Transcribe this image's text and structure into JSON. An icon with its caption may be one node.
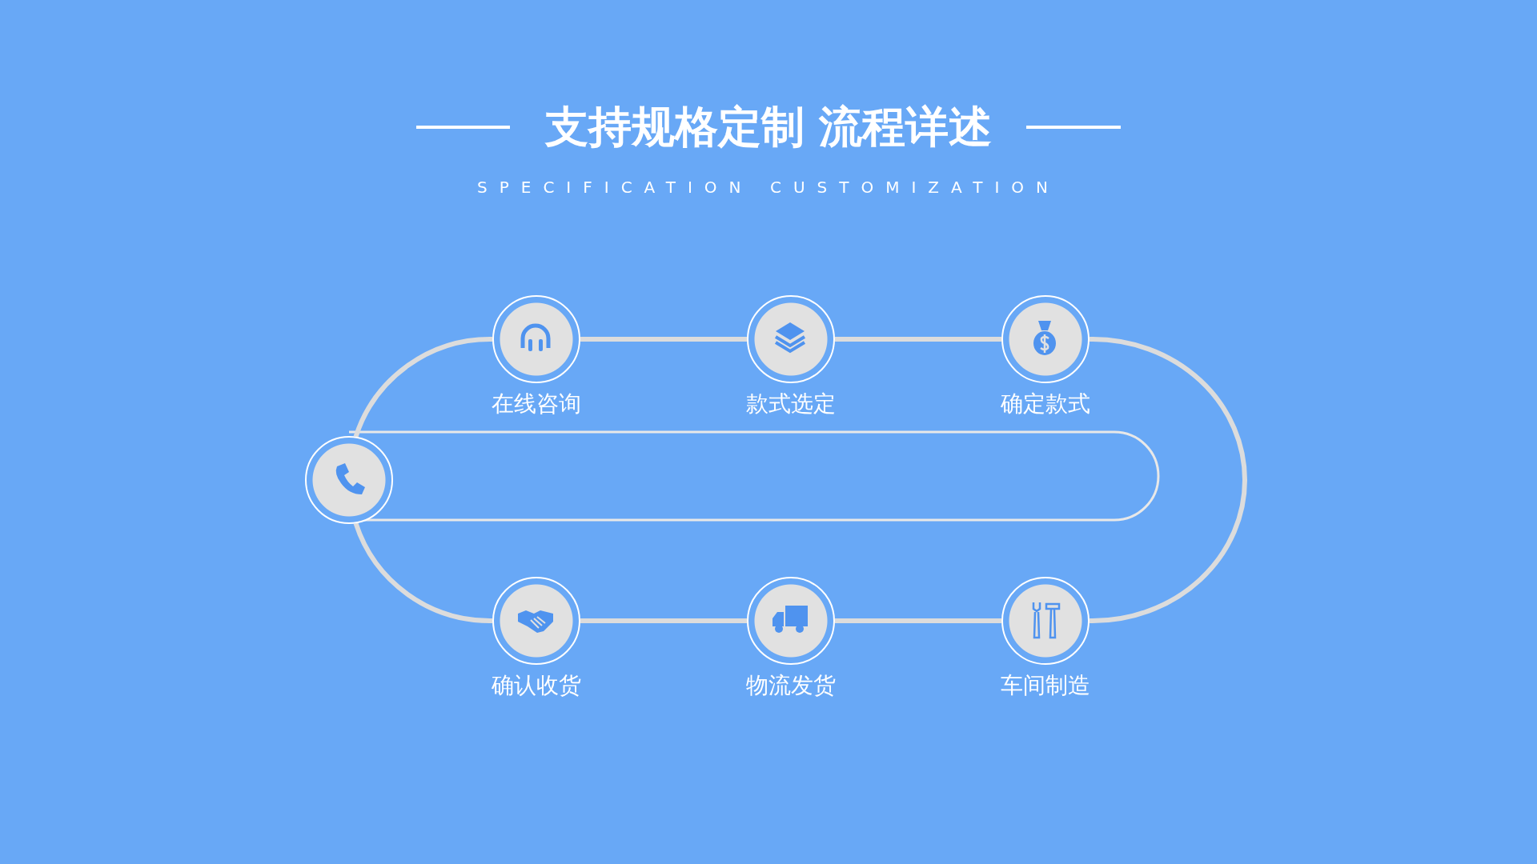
{
  "diagram": {
    "title": "支持规格定制 流程详述",
    "nodes": [
      {
        "text": [],
        "shape": "circle",
        "beside": [
          "在线咨询"
        ]
      },
      {
        "text": [],
        "shape": "circle",
        "beside": [
          "款式选定"
        ]
      },
      {
        "text": [],
        "shape": "circle",
        "beside": [
          "确定款式"
        ]
      },
      {
        "text": [],
        "shape": "circle"
      },
      {
        "text": [],
        "shape": "circle",
        "beside": [
          "确认收货"
        ]
      },
      {
        "text": [],
        "shape": "circle",
        "beside": [
          "物流发货"
        ]
      },
      {
        "text": [],
        "shape": "circle",
        "beside": [
          "车间制造"
        ]
      }
    ],
    "edges": [
      {
        "from": 3,
        "to": 0,
        "arrow": "none"
      },
      {
        "from": 0,
        "to": 1,
        "arrow": "none"
      },
      {
        "from": 1,
        "to": 2,
        "arrow": "none"
      },
      {
        "from": 2,
        "to": 6,
        "arrow": "none"
      },
      {
        "from": 6,
        "to": 5,
        "arrow": "none"
      },
      {
        "from": 5,
        "to": 4,
        "arrow": "none"
      },
      {
        "from": 4,
        "to": 3,
        "arrow": "none"
      }
    ],
    "labels": [
      "SPECIFICATION CUSTOMIZATION"
    ]
  }
}
